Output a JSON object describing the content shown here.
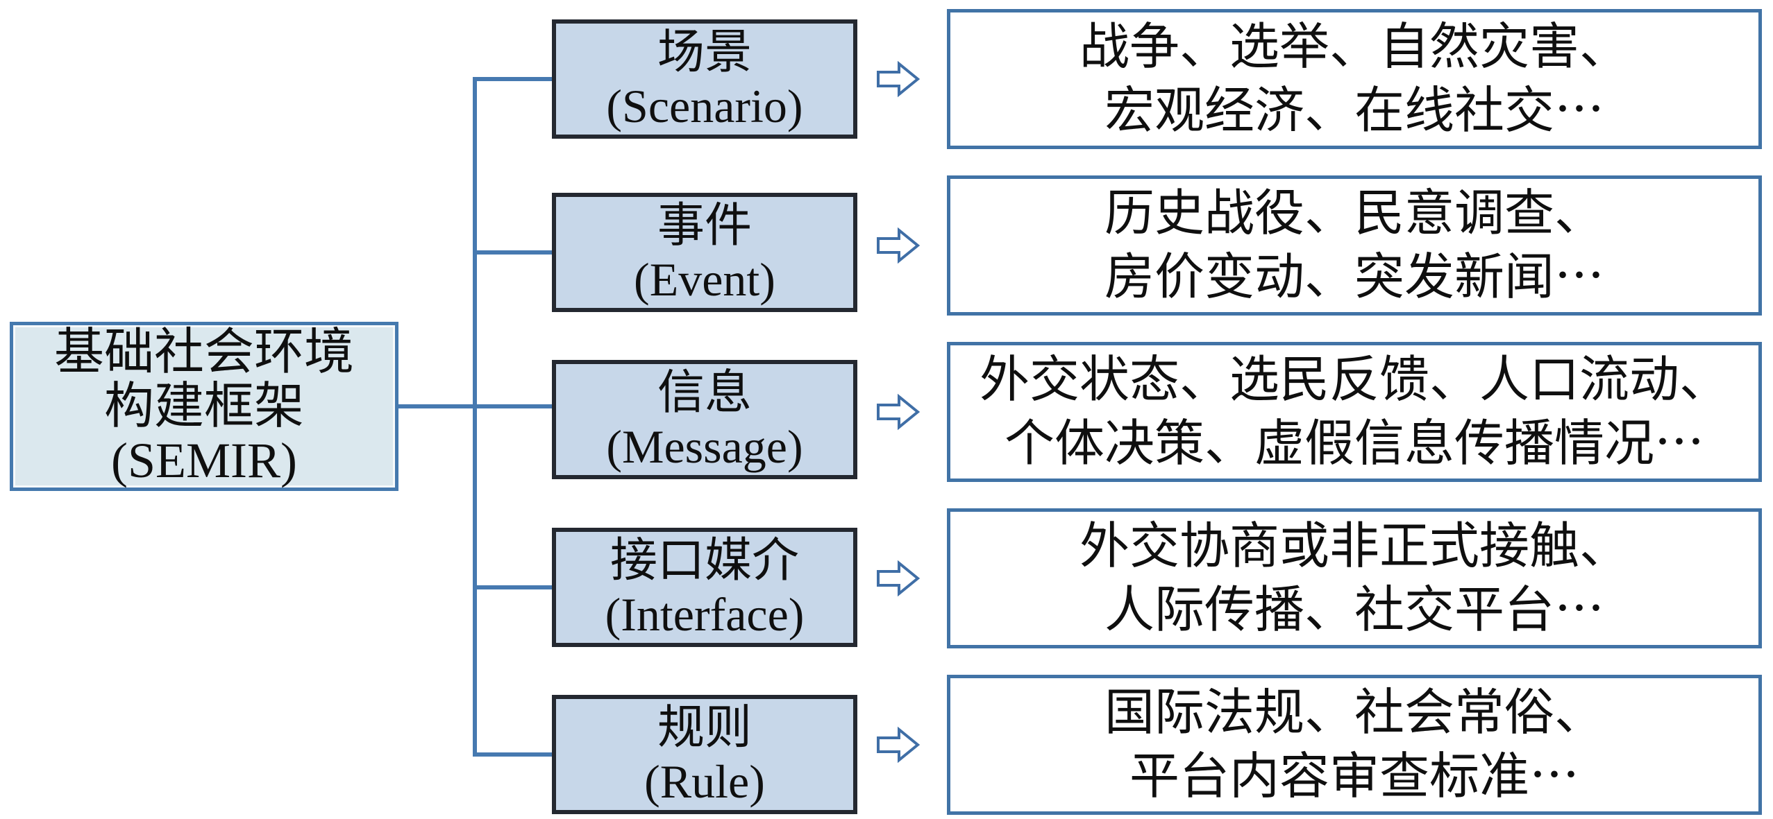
{
  "root": {
    "line1": "基础社会环境",
    "line2": "构建框架",
    "line3": "(SEMIR)"
  },
  "rows": [
    {
      "label_zh": "场景",
      "label_en": "(Scenario)",
      "examples_line1": "战争、选举、自然灾害、",
      "examples_line2": "宏观经济、在线社交⋯"
    },
    {
      "label_zh": "事件",
      "label_en": "(Event)",
      "examples_line1": "历史战役、民意调查、",
      "examples_line2": "房价变动、突发新闻⋯"
    },
    {
      "label_zh": "信息",
      "label_en": "(Message)",
      "examples_line1": "外交状态、选民反馈、人口流动、",
      "examples_line2": "个体决策、虚假信息传播情况⋯"
    },
    {
      "label_zh": "接口媒介",
      "label_en": "(Interface)",
      "examples_line1": "外交协商或非正式接触、",
      "examples_line2": "人际传播、社交平台⋯"
    },
    {
      "label_zh": "规则",
      "label_en": "(Rule)",
      "examples_line1": "国际法规、社会常俗、",
      "examples_line2": "平台内容审查标准⋯"
    }
  ],
  "colors": {
    "line": "#4679b0",
    "arrow-stroke": "#3f6ea6",
    "mid-fill": "#c7d7e9",
    "mid-border": "#242830",
    "root-fill": "#dbe8ee",
    "root-border": "#4579ae",
    "right-border": "#4173a6",
    "right-fill": "#ffffff",
    "text": "#0f0f0f"
  }
}
